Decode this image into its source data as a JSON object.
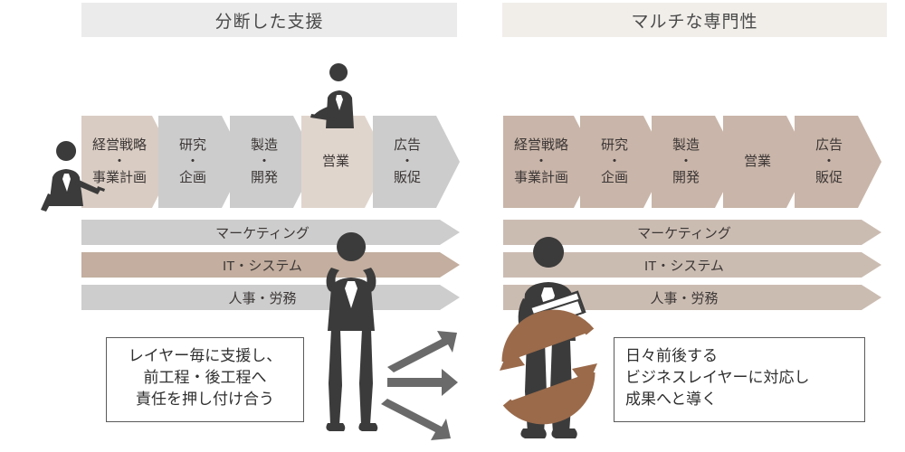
{
  "panels": {
    "left": {
      "title": "分断した支援",
      "header_bg": "#ebebeb",
      "chevrons": [
        {
          "label": "経営戦略\n・\n事業計画",
          "color": "#d9ccc3"
        },
        {
          "label": "研究\n・\n企画",
          "color": "#cccccc"
        },
        {
          "label": "製造\n・\n開発",
          "color": "#cccccc"
        },
        {
          "label": "営業",
          "color": "#e0d5cd"
        },
        {
          "label": "広告\n・\n販促",
          "color": "#cccccc"
        }
      ],
      "layers": [
        {
          "label": "マーケティング",
          "color": "#cdcdcd"
        },
        {
          "label": "IT・システム",
          "color": "#c3ae9f"
        },
        {
          "label": "人事・労務",
          "color": "#cdcdcd"
        }
      ],
      "caption": "レイヤー毎に支援し、\n前工程・後工程へ\n責任を押し付け合う",
      "figures": [
        {
          "name": "presenter-with-pointer-figure"
        },
        {
          "name": "salesperson-with-tablet-figure"
        },
        {
          "name": "stressed-person-holding-head-figure"
        }
      ],
      "arrows": [
        {
          "name": "diverging-arrow-up-right",
          "color": "#6a6a6a"
        },
        {
          "name": "diverging-arrow-right",
          "color": "#6a6a6a"
        },
        {
          "name": "diverging-arrow-down-right",
          "color": "#6a6a6a"
        }
      ]
    },
    "right": {
      "title": "マルチな専門性",
      "header_bg": "#f1eeea",
      "chevrons": [
        {
          "label": "経営戦略\n・\n事業計画",
          "color": "#c9b5a9"
        },
        {
          "label": "研究\n・\n企画",
          "color": "#c9b5a9"
        },
        {
          "label": "製造\n・\n開発",
          "color": "#c9b5a9"
        },
        {
          "label": "営業",
          "color": "#c9b5a9"
        },
        {
          "label": "広告\n・\n販促",
          "color": "#c9b5a9"
        }
      ],
      "layers": [
        {
          "label": "マーケティング",
          "color": "#cbbcb2"
        },
        {
          "label": "IT・システム",
          "color": "#cbbcb2"
        },
        {
          "label": "人事・労務",
          "color": "#cbbcb2"
        }
      ],
      "caption": "日々前後する\nビジネスレイヤーに対応し\n成果へと導く",
      "figures": [
        {
          "name": "consultant-holding-documents-figure"
        }
      ],
      "arrows": [
        {
          "name": "cyclical-circular-arrow",
          "color": "#9a6a4a"
        }
      ]
    }
  },
  "colors": {
    "text": "#3c3736",
    "caption_border": "#5a5a5a",
    "figure_silhouette": "#3b3b3b",
    "arrow_gray": "#6a6a6a",
    "arrow_brown": "#9a6a4a",
    "background": "#ffffff"
  }
}
